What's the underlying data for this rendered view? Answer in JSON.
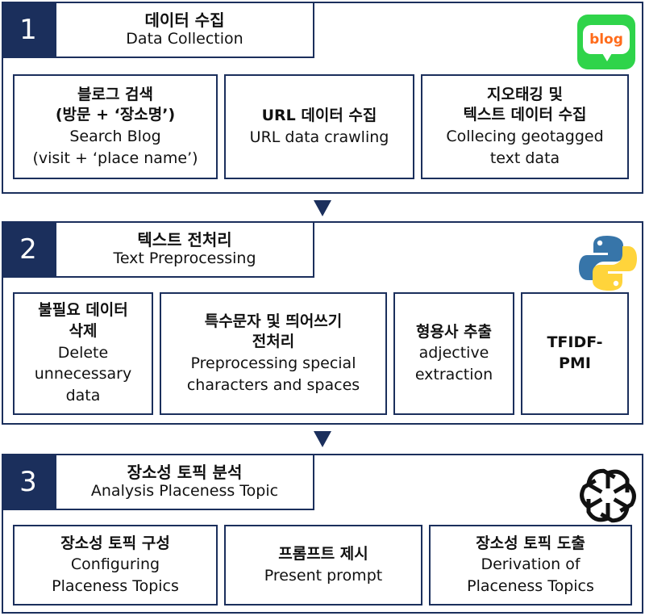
{
  "stages": [
    {
      "number": "1",
      "title_ko": "데이터 수집",
      "title_en": "Data Collection",
      "steps": [
        {
          "ko": "블로그 검색\n(방문 + ‘장소명’)",
          "en": "Search Blog\n(visit + ‘place name’)"
        },
        {
          "ko": "URL 데이터 수집",
          "en": "URL data crawling"
        },
        {
          "ko": "지오태깅 및\n텍스트 데이터 수집",
          "en": "Collecing geotagged\ntext data"
        }
      ],
      "logo": {
        "name": "naver-blog-icon",
        "text": "blog",
        "bg_color": "#2fd44a",
        "text_color": "#ff6b1a"
      }
    },
    {
      "number": "2",
      "title_ko": "텍스트 전처리",
      "title_en": "Text Preprocessing",
      "steps": [
        {
          "ko": "불필요 데이터\n삭제",
          "en": "Delete\nunnecessary\ndata"
        },
        {
          "ko": "특수문자 및 띄어쓰기\n전처리",
          "en": "Preprocessing special\ncharacters and spaces"
        },
        {
          "ko": "형용사 추출",
          "en": "adjective\nextraction"
        },
        {
          "ko": "TFIDF-\nPMI",
          "en": ""
        }
      ],
      "logo": {
        "name": "python-icon",
        "colors": [
          "#3775a9",
          "#ffd43b"
        ]
      }
    },
    {
      "number": "3",
      "title_ko": "장소성 토픽 분석",
      "title_en": "Analysis Placeness Topic",
      "steps": [
        {
          "ko": "장소성 토픽 구성",
          "en": "Configuring\nPlaceness Topics"
        },
        {
          "ko": "프롬프트 제시",
          "en": "Present prompt"
        },
        {
          "ko": "장소성 토픽 도출",
          "en": "Derivation of\nPlaceness Topics"
        }
      ],
      "logo": {
        "name": "openai-icon",
        "color": "#111111"
      }
    }
  ],
  "colors": {
    "primary": "#1b2f5c"
  }
}
